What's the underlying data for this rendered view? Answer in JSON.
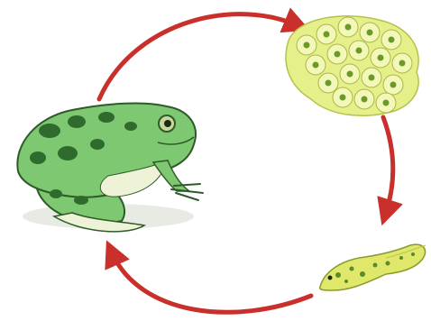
{
  "diagram": {
    "stages": [
      {
        "name": "adult-frog",
        "icon": "frog-illustration"
      },
      {
        "name": "frog-eggs",
        "icon": "frogspawn-illustration"
      },
      {
        "name": "tadpole",
        "icon": "tadpole-illustration"
      }
    ],
    "cycle_order": [
      "adult-frog",
      "frog-eggs",
      "tadpole",
      "adult-frog"
    ],
    "colors": {
      "arrow": "#c9302c",
      "frog_body": "#7dc870",
      "frog_spots": "#2f6b2c",
      "frog_belly": "#eef2d6",
      "egg_jelly": "#e6f08a",
      "egg_core": "#6a9a2a",
      "tadpole_body": "#dfe86a",
      "tadpole_spots": "#5a8a2a"
    }
  }
}
